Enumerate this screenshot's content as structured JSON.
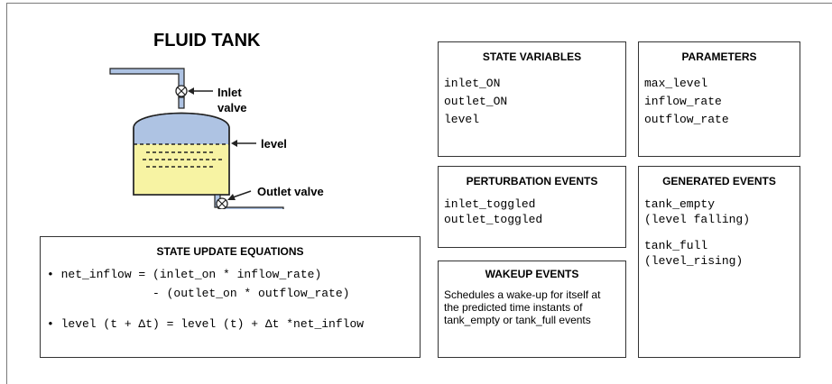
{
  "diagram": {
    "title": "FLUID TANK",
    "callouts": {
      "inlet_valve": "Inlet valve",
      "level": "level",
      "outlet_valve": "Outlet valve"
    }
  },
  "state_variables": {
    "title": "STATE VARIABLES",
    "items": [
      "inlet_ON",
      "outlet_ON",
      "level"
    ]
  },
  "parameters": {
    "title": "PARAMETERS",
    "items": [
      "max_level",
      "inflow_rate",
      "outflow_rate"
    ]
  },
  "perturbation_events": {
    "title": "PERTURBATION EVENTS",
    "items": [
      "inlet_toggled",
      "outlet_toggled"
    ]
  },
  "generated_events": {
    "title": "GENERATED EVENTS",
    "items": [
      "tank_empty",
      "(level falling)",
      "",
      "tank_full",
      "(level_rising)"
    ]
  },
  "wakeup_events": {
    "title": "WAKEUP EVENTS",
    "text": "Schedules a wake-up for itself at the predicted time instants of tank_empty or tank_full events"
  },
  "state_update_equations": {
    "title": "STATE UPDATE EQUATIONS",
    "lines": [
      "• net_inflow = (inlet_on * inflow_rate)",
      "               - (outlet_on * outflow_rate)",
      "• level (t + Δt) = level (t) + Δt *net_inflow"
    ]
  },
  "colors": {
    "tank_top": "#aec3e3",
    "fluid": "#f7f3a3",
    "pipe": "#aec3e3",
    "outline": "#222222"
  }
}
